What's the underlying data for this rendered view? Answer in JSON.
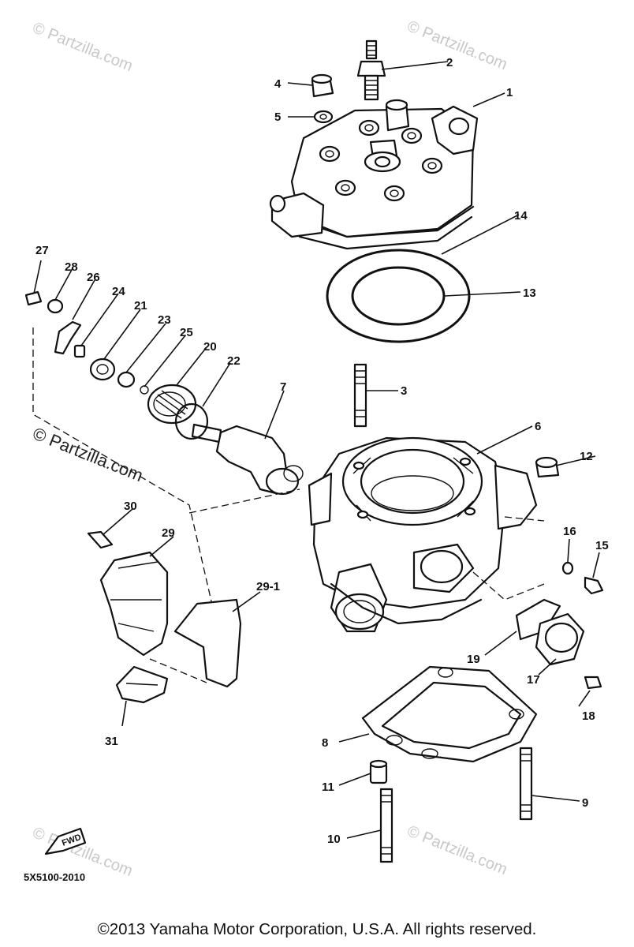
{
  "watermarks": {
    "top_left": "© Partzilla.com",
    "top_right": "© Partzilla.com",
    "middle_left": "© Partzilla.com",
    "bottom_left": "© Partzilla.com",
    "bottom_right": "© Partzilla.com"
  },
  "callouts": {
    "c1": "1",
    "c2": "2",
    "c3": "3",
    "c4": "4",
    "c5": "5",
    "c6": "6",
    "c7": "7",
    "c8": "8",
    "c9": "9",
    "c10": "10",
    "c11": "11",
    "c12": "12",
    "c13": "13",
    "c14": "14",
    "c15": "15",
    "c16": "16",
    "c17": "17",
    "c18": "18",
    "c19": "19",
    "c20": "20",
    "c21": "21",
    "c22": "22",
    "c23": "23",
    "c24": "24",
    "c25": "25",
    "c26": "26",
    "c27": "27",
    "c28": "28",
    "c29": "29",
    "c29_1": "29-1",
    "c30": "30",
    "c31": "31"
  },
  "fwd_label": "FWD",
  "diagram_code": "5X5100-2010",
  "copyright": "©2013  Yamaha Motor Corporation, U.S.A. All rights reserved."
}
